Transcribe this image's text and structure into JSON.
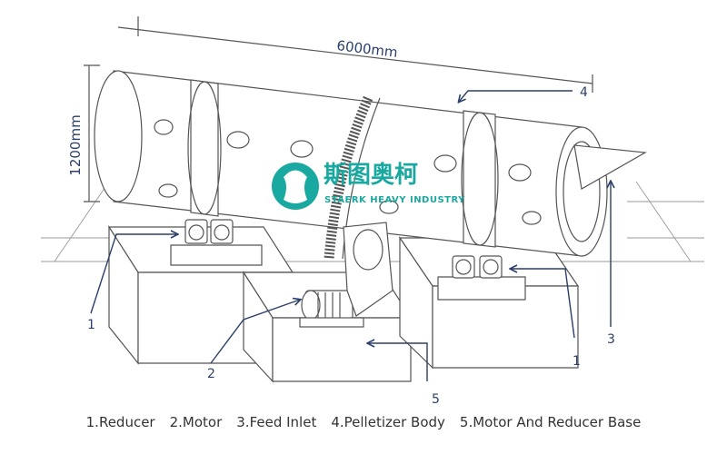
{
  "dimensions": {
    "length": "6000mm",
    "height": "1200mm"
  },
  "logo": {
    "chinese_name": "斯图奥柯",
    "english_name": "STAERK HEAVY INDUSTRY",
    "color": "#1aa9a0"
  },
  "callouts": [
    "1",
    "1",
    "2",
    "3",
    "4",
    "5"
  ],
  "legend": [
    "1.Reducer",
    "2.Motor",
    "3.Feed Inlet",
    "4.Pelletizer Body",
    "5.Motor And Reducer Base"
  ],
  "colors": {
    "arrow": "#2b3f6b",
    "line": "#555555"
  }
}
